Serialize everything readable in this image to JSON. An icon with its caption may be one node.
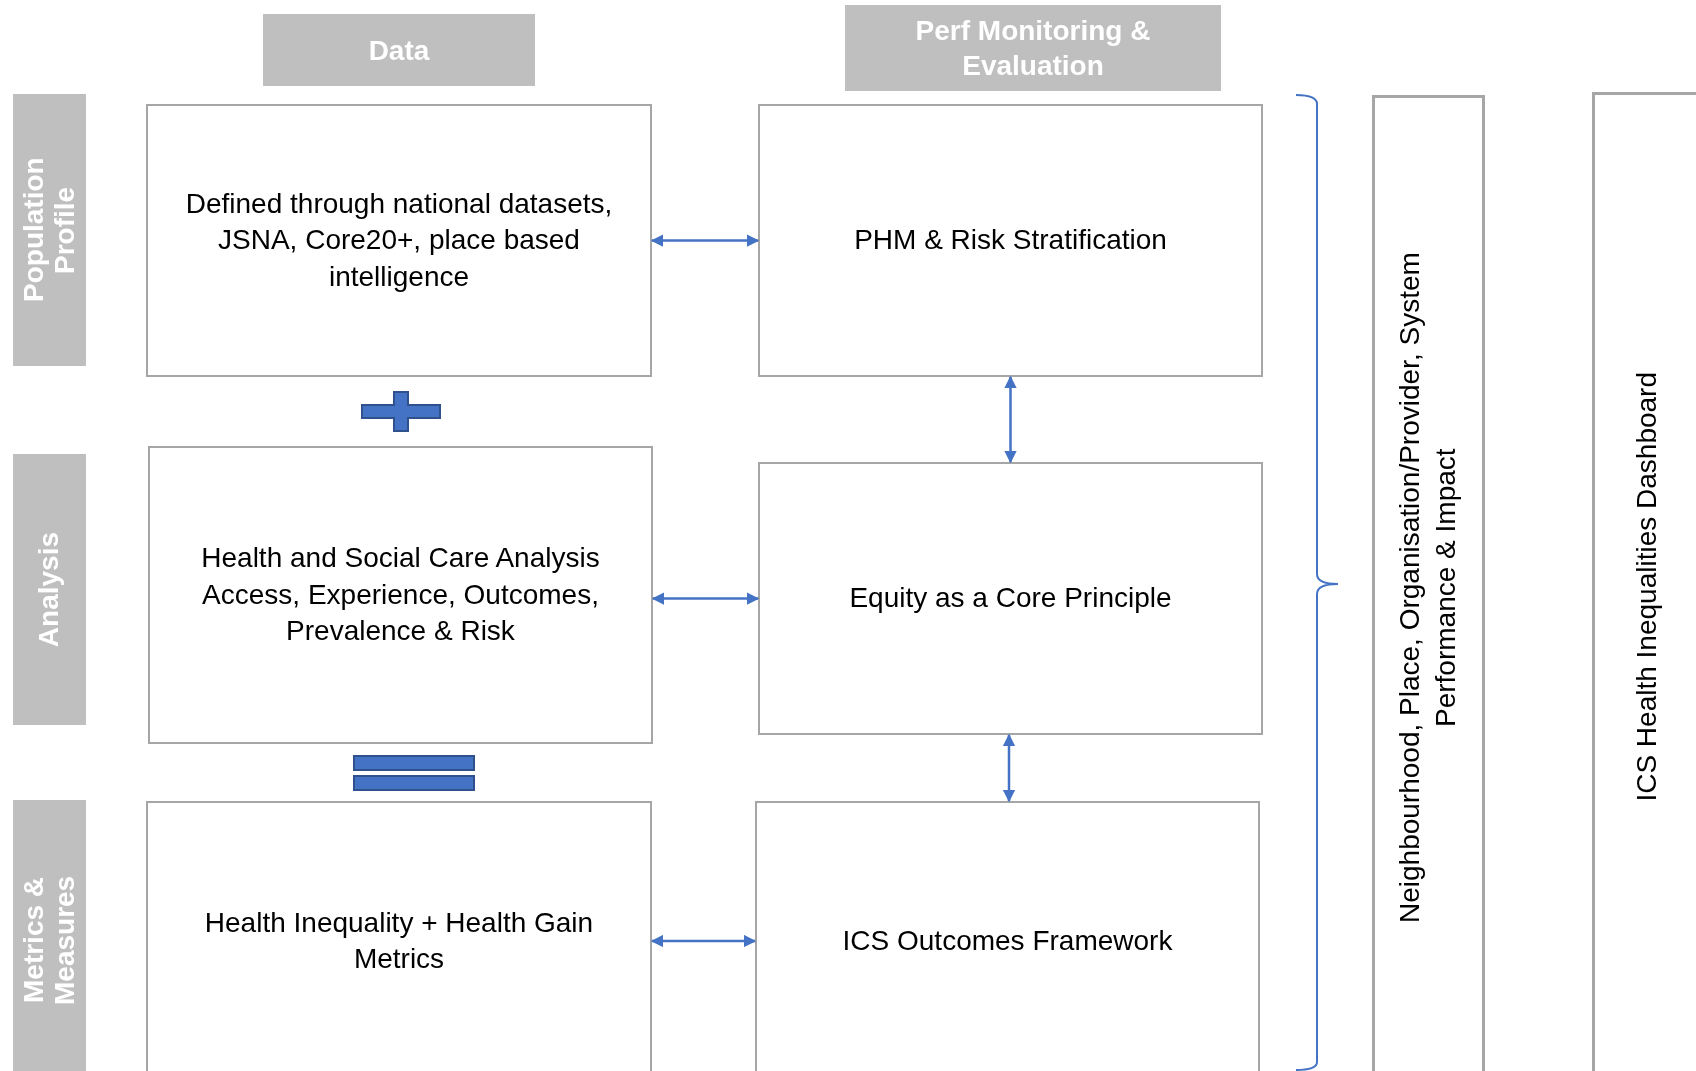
{
  "diagram": {
    "nodes": [
      {
        "text": [
          "Data"
        ]
      },
      {
        "text": [
          "Perf Monitoring & Evaluation"
        ]
      },
      {
        "text": [
          "Population Profile"
        ]
      },
      {
        "text": [
          "Defined through national datasets, JSNA, Core20+, place based intelligence"
        ]
      },
      {
        "text": [
          "PHM & Risk Stratification"
        ]
      },
      {
        "text": [
          "Analysis"
        ]
      },
      {
        "text": [
          "Health and Social Care Analysis Access, Experience, Outcomes, Prevalence & Risk"
        ]
      },
      {
        "text": [
          "Equity as a Core Principle"
        ]
      },
      {
        "text": [
          "Metrics & Measures"
        ]
      },
      {
        "text": [
          "Health Inequality + Health Gain Metrics"
        ]
      },
      {
        "text": [
          "ICS Outcomes Framework"
        ]
      },
      {
        "text": [
          "Neighbourhood, Place, Organisation/Provider, System Performance & Impact"
        ]
      },
      {
        "text": [
          "ICS Health Inequalities Dashboard"
        ]
      }
    ],
    "edges": [
      {
        "from": 3,
        "to": 4,
        "arrow": "both"
      },
      {
        "from": 4,
        "to": 7,
        "arrow": "both"
      },
      {
        "from": 6,
        "to": 7,
        "arrow": "both"
      },
      {
        "from": 7,
        "to": 10,
        "arrow": "both"
      },
      {
        "from": 9,
        "to": 10,
        "arrow": "both"
      }
    ]
  }
}
